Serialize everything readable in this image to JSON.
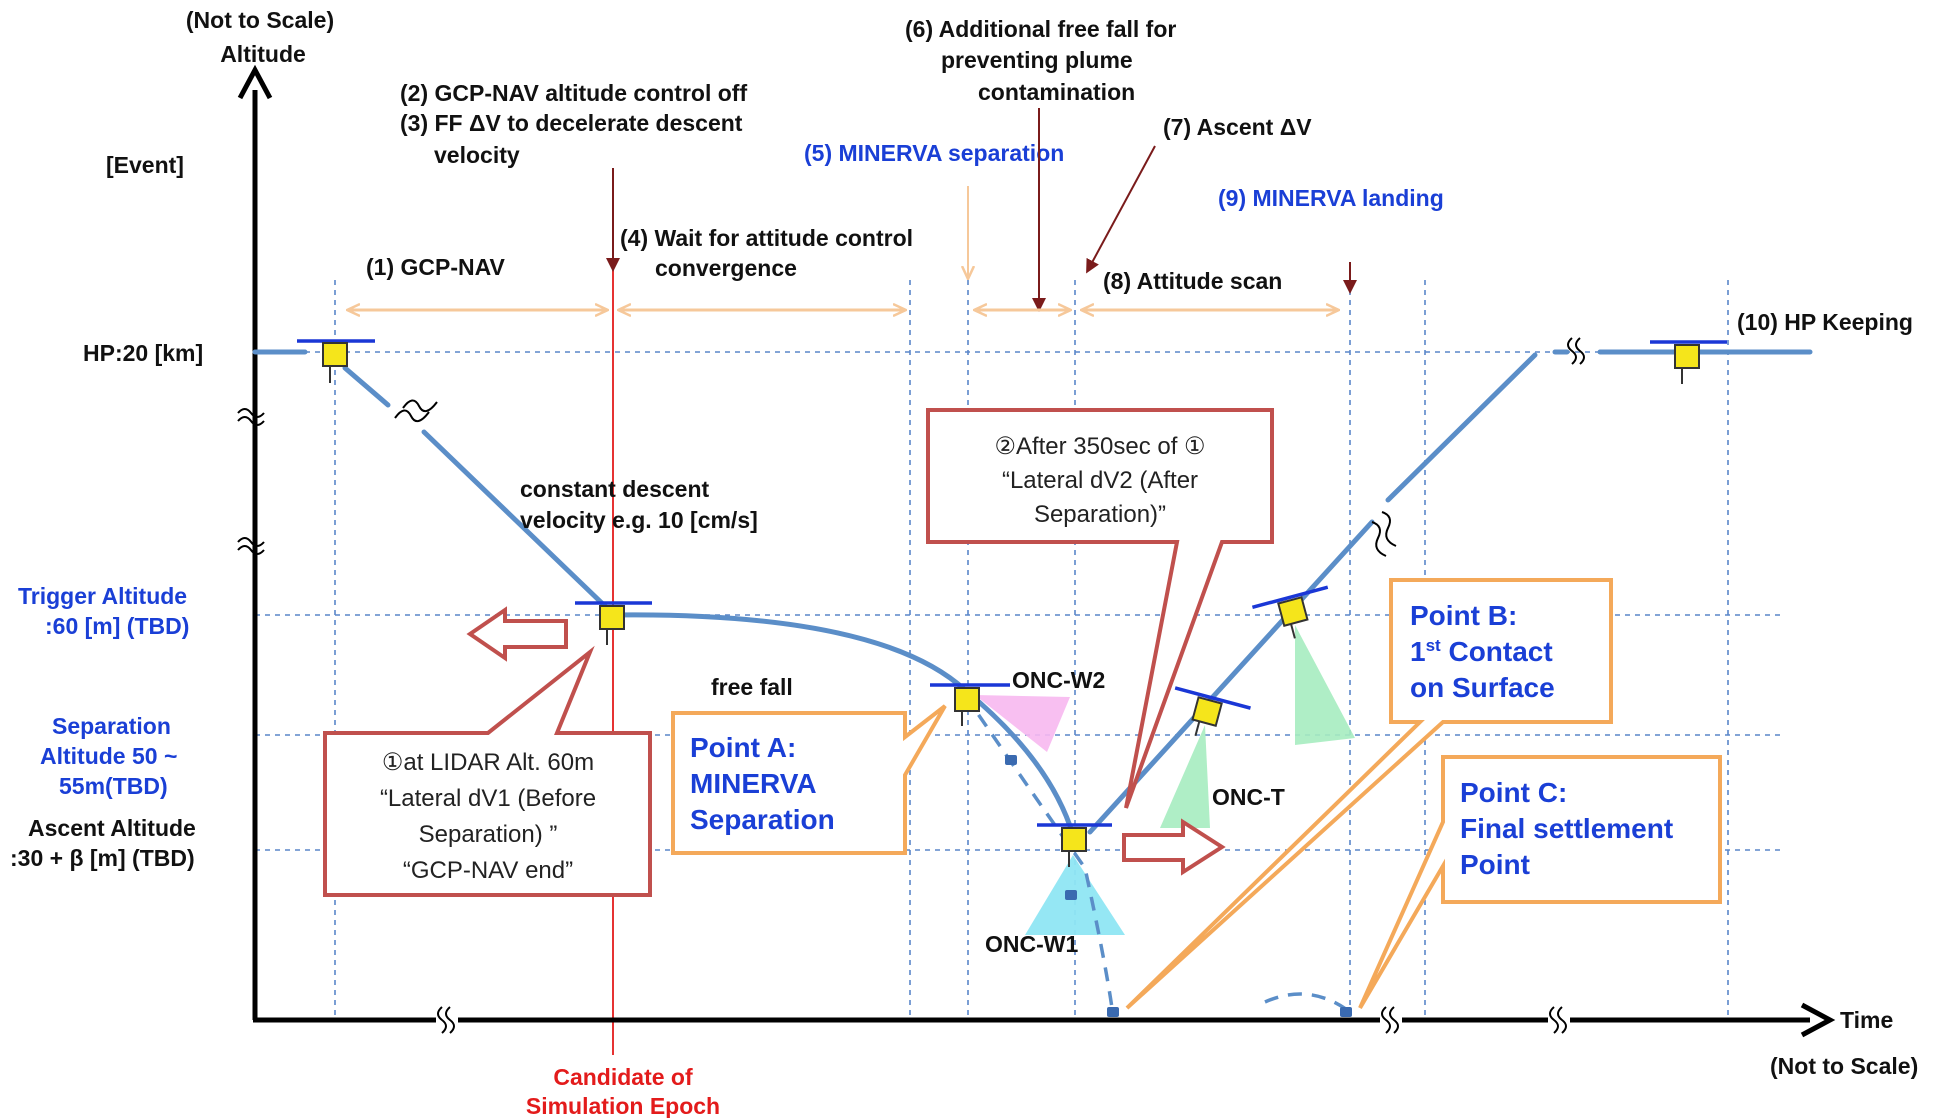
{
  "axes": {
    "y_scale_note": "(Not to Scale)",
    "y_title": "Altitude",
    "x_title": "Time",
    "x_scale_note": "(Not to Scale)",
    "event_header": "[Event]"
  },
  "altitude_labels": {
    "hp": "HP:20 [km]",
    "trigger_line1": "Trigger Altitude",
    "trigger_line2": ":60 [m]  (TBD)",
    "separation_line1": "Separation",
    "separation_line2": "Altitude 50 ~",
    "separation_line3": "55m(TBD)",
    "ascent_line1": "Ascent Altitude",
    "ascent_line2": ":30 + β [m]  (TBD)"
  },
  "events": {
    "e1": "(1)  GCP-NAV",
    "e2": "(2) GCP-NAV altitude control off",
    "e3_line1": "(3) FF ΔV  to decelerate descent",
    "e3_line2": "velocity",
    "e4_line1": "(4) Wait for attitude control",
    "e4_line2": "convergence",
    "e5": "(5) MINERVA separation",
    "e6_line1": "(6) Additional free fall for",
    "e6_line2": "preventing plume",
    "e6_line3": "contamination",
    "e7": "(7) Ascent ΔV",
    "e8": "(8) Attitude scan",
    "e9": "(9) MINERVA landing",
    "e10": "(10) HP Keeping"
  },
  "annotations": {
    "descent_line1": "constant descent",
    "descent_line2": "velocity  e.g. 10 [cm/s]",
    "free_fall": "free fall",
    "onc_w2": "ONC-W2",
    "onc_t": "ONC-T",
    "onc_w1": "ONC-W1",
    "epoch_line1": "Candidate of",
    "epoch_line2": "Simulation Epoch"
  },
  "callouts": {
    "dv1_line1": "①at LIDAR Alt. 60m",
    "dv1_line2": "“Lateral dV1 (Before",
    "dv1_line3": "Separation) ”",
    "dv1_line4": "“GCP-NAV end”",
    "dv2_line1": "②After 350sec of ①",
    "dv2_line2": "“Lateral dV2 (After",
    "dv2_line3": "Separation)”"
  },
  "points": {
    "a_line1": "Point A:",
    "a_line2": "MINERVA",
    "a_line3": "Separation",
    "b_line1": "Point B:",
    "b_line2a": "1",
    "b_line2sup": "st",
    "b_line2b": " Contact",
    "b_line3": "on Surface",
    "c_line1": "Point C:",
    "c_line2": "Final settlement",
    "c_line3": "Point"
  },
  "colors": {
    "trajectory": "#5b8ec8",
    "event_black": "#111111",
    "event_blue": "#1a3fd6",
    "epoch_red": "#e31b1b",
    "callout_border_red": "#c0504d",
    "point_border_orange": "#f4a95a",
    "satellite_yellow": "#f5e51b",
    "cone_pink": "#f7b8ef",
    "cone_green": "#a6ecc0",
    "cone_cyan": "#8fe6f3"
  }
}
